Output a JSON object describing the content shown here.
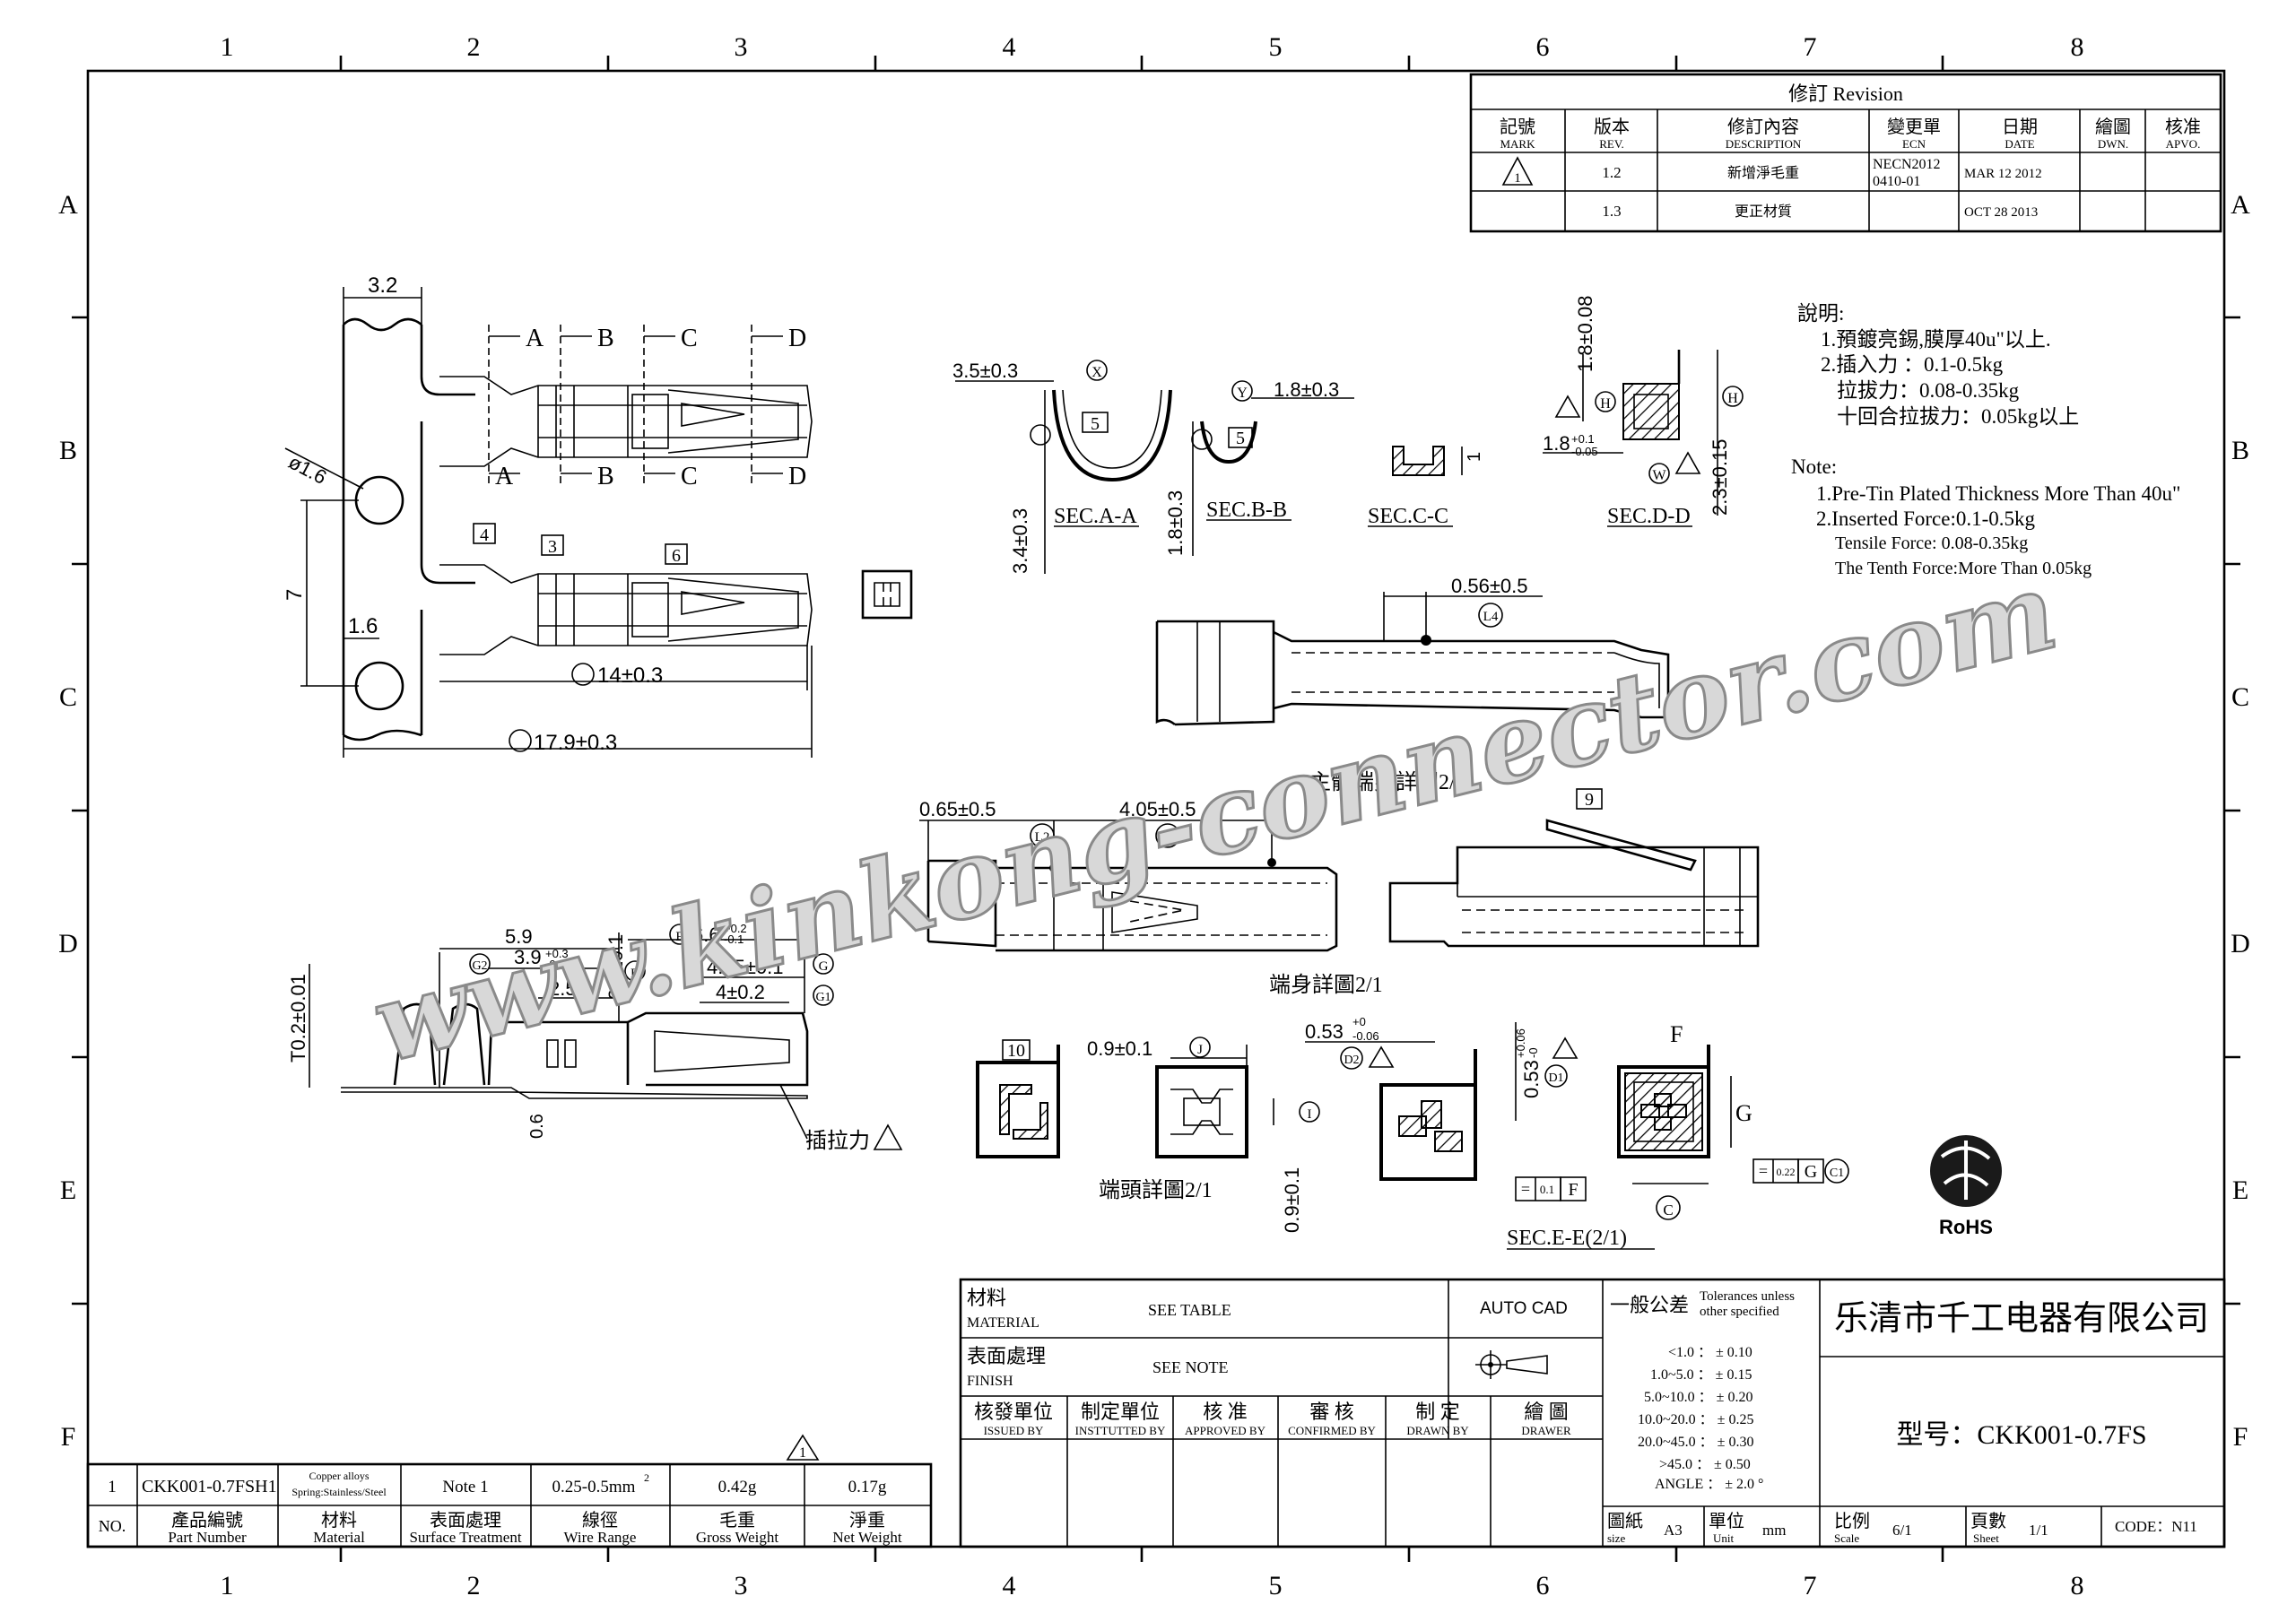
{
  "grid": {
    "columns": [
      "1",
      "2",
      "3",
      "4",
      "5",
      "6",
      "7",
      "8"
    ],
    "rows": [
      "A",
      "B",
      "C",
      "D",
      "E",
      "F"
    ]
  },
  "revision": {
    "title": "修訂 Revision",
    "headers": [
      {
        "zh": "記號",
        "en": "MARK"
      },
      {
        "zh": "版本",
        "en": "REV."
      },
      {
        "zh": "修訂內容",
        "en": "DESCRIPTION"
      },
      {
        "zh": "變更單",
        "en": "ECN"
      },
      {
        "zh": "日期",
        "en": "DATE"
      },
      {
        "zh": "繪圖",
        "en": "DWN."
      },
      {
        "zh": "核准",
        "en": "APVO."
      }
    ],
    "rows": [
      {
        "mark": "1",
        "rev": "1.2",
        "desc": "新增淨毛重",
        "ecn1": "NECN2012",
        "ecn2": "0410-01",
        "date": "MAR  12  2012"
      },
      {
        "mark": "",
        "rev": "1.3",
        "desc": "更正材質",
        "ecn1": "",
        "ecn2": "",
        "date": "OCT  28  2013"
      }
    ]
  },
  "notes": {
    "zh_title": "說明:",
    "zh_lines": [
      "1.預鍍亮錫,膜厚40u\"以上.",
      "2.插入力 ：0.1-0.5kg",
      "拉拔力：0.08-0.35kg",
      "十回合拉拔力：0.05kg以上"
    ],
    "en_title": "Note:",
    "en_lines": [
      "1.Pre-Tin Plated Thickness More Than 40u\"",
      "2.Inserted Force:0.1-0.5kg",
      "Tensile Force: 0.08-0.35kg",
      "The Tenth Force:More Than 0.05kg"
    ]
  },
  "dims": {
    "d3_2": "3.2",
    "phi16": "ø1.6",
    "d7": "7",
    "d1_6": "1.6",
    "l14": "14±0.3",
    "l17": "17.9±0.3",
    "secA": "A",
    "secB": "B",
    "secC": "C",
    "secD": "D",
    "box4": "4",
    "box3": "3",
    "box6": "6",
    "box5": "5",
    "box9": "9",
    "box10": "10",
    "aa_w": "3.5±0.3",
    "aa_h": "3.4±0.3",
    "aa_x": "X",
    "aa_label": "SEC.A-A",
    "bb_w": "1.8±0.3",
    "bb_h": "1.8±0.3",
    "bb_y": "Y",
    "bb_label": "SEC.B-B",
    "cc_label": "SEC.C-C",
    "cc_1": "1",
    "dd_h": "1.8±0.08",
    "dd_w": "1.8",
    "dd_tol_up": "+0.1",
    "dd_tol_dn": "-0.05",
    "dd_h2": "2.3±0.15",
    "dd_label": "SEC.D-D",
    "dd_H": "H",
    "dd_W": "W",
    "l4": "0.56±0.5",
    "l4_tag": "L4",
    "body_detail": "主體端身詳圖2/1",
    "l2": "0.65±0.5",
    "l3": "4.05±0.5",
    "l2_tag": "L2",
    "l3_tag": "L3",
    "term_detail": "端身詳圖2/1",
    "s59": "5.9",
    "s39": "3.9",
    "s39_up": "+0.3",
    "s39_dn": "-0.2",
    "s25": "2.5",
    "s25v": "2.5±0.1",
    "s66": "6.6",
    "s66_up": "+0.2",
    "s66_dn": "-0.1",
    "s445": "4.45±0.1",
    "s4": "4±0.2",
    "t02": "T0.2±0.01",
    "s06": "0.6",
    "pull": "插拉力",
    "tag_E": "E",
    "tag_G2": "G2",
    "tag_B": "B",
    "tag_G": "G",
    "tag_G1": "G1",
    "j09": "0.9±0.1",
    "j09v": "0.9±0.1",
    "tag_J": "J",
    "tag_I": "I",
    "head_detail": "端頭詳圖2/1",
    "d053": "0.53",
    "d053_up": "+0",
    "d053_dn": "-0.06",
    "d053v": "0.53",
    "d053v_up": "+0.06",
    "d053v_dn": "-0",
    "tag_D2": "D2",
    "tag_D1": "D1",
    "tag_F": "F",
    "tag_Gc": "G",
    "tag_C": "C",
    "ee_label": "SEC.E-E(2/1)",
    "fc_eq": "=",
    "fc_01": "0.1",
    "fc_F": "F",
    "fc_022": "0.22",
    "fc_G": "G",
    "fc_C1": "C1"
  },
  "watermark": "www.kinkong-connector.com",
  "rohs": "RoHS",
  "title_block": {
    "material_zh": "材料",
    "material_en": "MATERIAL",
    "material_val": "SEE TABLE",
    "finish_zh": "表面處理",
    "finish_en": "FINISH",
    "finish_val": "SEE NOTE",
    "autocad": "AUTO CAD",
    "tol_zh": "一般公差",
    "tol_en1": "Tolerances unless",
    "tol_en2": "other specified",
    "tolerances": [
      "<1.0 ： ± 0.10",
      "1.0~5.0 ： ± 0.15",
      "5.0~10.0 ： ± 0.20",
      "10.0~20.0 ： ± 0.25",
      "20.0~45.0 ： ± 0.30",
      ">45.0 ： ± 0.50",
      "ANGLE ： ± 2.0 °"
    ],
    "company": "乐清市千工电器有限公司",
    "model": "型号：CKK001-0.7FS",
    "sign": [
      {
        "zh": "核發單位",
        "en": "ISSUED BY"
      },
      {
        "zh": "制定單位",
        "en": "INSTTUTTED BY"
      },
      {
        "zh": "核 准",
        "en": "APPROVED BY"
      },
      {
        "zh": "審 核",
        "en": "CONFIRMED BY"
      },
      {
        "zh": "制 定",
        "en": "DRAWN BY"
      },
      {
        "zh": "繪 圖",
        "en": "DRAWER"
      }
    ],
    "size_zh": "圖紙",
    "size_en": "size",
    "size_val": "A3",
    "unit_zh": "單位",
    "unit_en": "Unit",
    "unit_val": "mm",
    "scale_zh": "比例",
    "scale_en": "Scale",
    "scale_val": "6/1",
    "sheet_zh": "頁數",
    "sheet_en": "Sheet",
    "sheet_val": "1/1",
    "code": "CODE：N11"
  },
  "bom": {
    "rev_mark": "1",
    "row": {
      "no": "1",
      "part": "CKK001-0.7FSH1",
      "mat1": "Copper alloys",
      "mat2": "Spring:Stainless/Steel",
      "surface": "Note  1",
      "wire": "0.25-0.5mm",
      "wire_sup": "2",
      "gross": "0.42g",
      "net": "0.17g"
    },
    "headers": [
      {
        "zh": "NO.",
        "en": ""
      },
      {
        "zh": "產品編號",
        "en": "Part  Number"
      },
      {
        "zh": "材料",
        "en": "Material"
      },
      {
        "zh": "表面處理",
        "en": "Surface  Treatment"
      },
      {
        "zh": "線徑",
        "en": "Wire  Range"
      },
      {
        "zh": "毛重",
        "en": "Gross Weight"
      },
      {
        "zh": "淨重",
        "en": "Net Weight"
      }
    ]
  }
}
